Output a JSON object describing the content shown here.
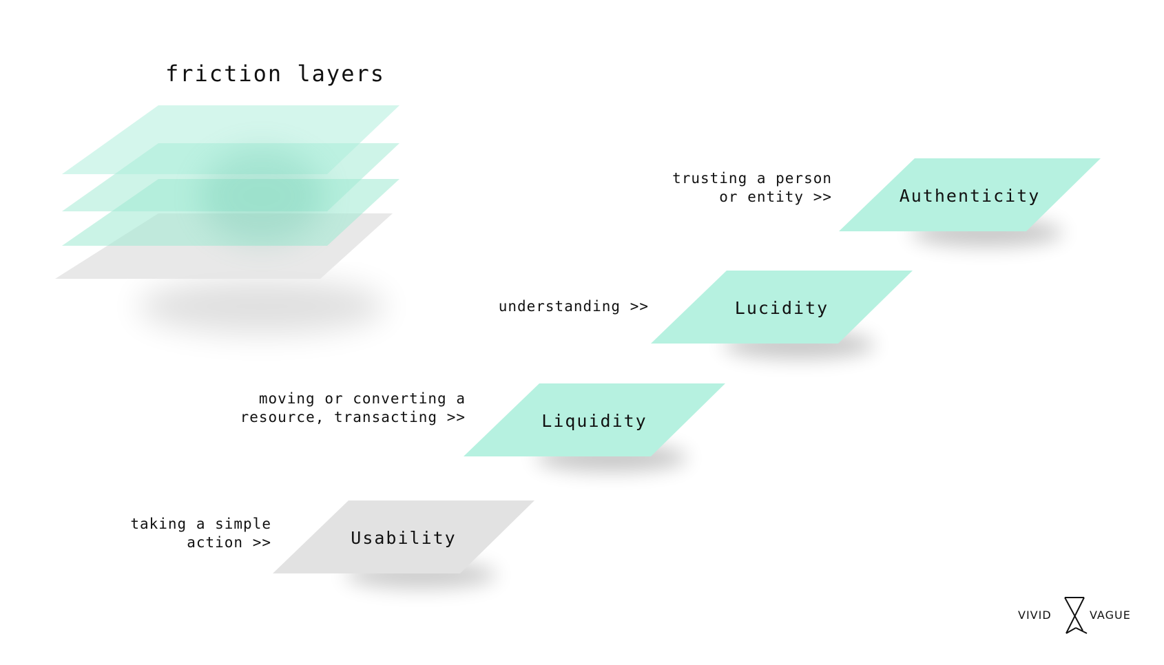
{
  "title": "friction layers",
  "colors": {
    "mint": "#b6f1e0",
    "mint_stack": "#9ee9d2",
    "gray": "#e2e2e2",
    "text": "#111111"
  },
  "layers": [
    {
      "name": "Authenticity",
      "description_lines": [
        "trusting a person",
        "or entity >>"
      ],
      "color": "#b6f1e0"
    },
    {
      "name": "Lucidity",
      "description_lines": [
        "understanding >>"
      ],
      "color": "#b6f1e0"
    },
    {
      "name": "Liquidity",
      "description_lines": [
        "moving or converting a",
        "resource, transacting >>"
      ],
      "color": "#b6f1e0"
    },
    {
      "name": "Usability",
      "description_lines": [
        "taking a simple",
        "action >>"
      ],
      "color": "#e2e2e2"
    }
  ],
  "logo": {
    "left_word": "VIVID",
    "right_word": "VAGUE",
    "mark": "hourglass-x-icon"
  }
}
